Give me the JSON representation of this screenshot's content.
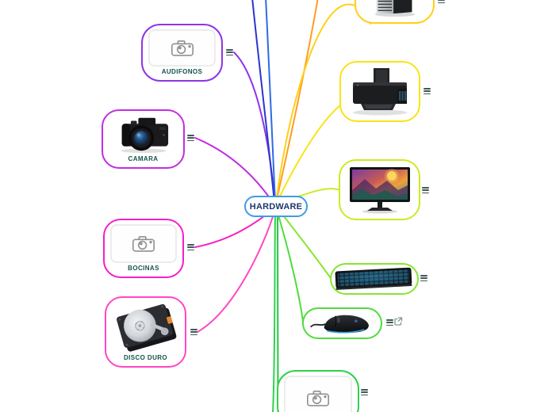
{
  "diagram": {
    "type": "mindmap",
    "center": {
      "label": "HARDWARE",
      "border_color": "#3e9ce6",
      "text_color": "#20386b"
    },
    "topics": [
      {
        "id": "audifonos",
        "label": "AUDIFONOS",
        "border_color": "#8f35e6",
        "image": "camera-image-placeholder",
        "has_notes": true,
        "has_link": false
      },
      {
        "id": "camara",
        "label": "CAMARA",
        "border_color": "#c32ce3",
        "image": "dslr-camera-photo",
        "has_notes": true,
        "has_link": false
      },
      {
        "id": "bocinas",
        "label": "BOCINAS",
        "border_color": "#f320c5",
        "image": "camera-image-placeholder",
        "has_notes": true,
        "has_link": false
      },
      {
        "id": "disco-duro",
        "label": "DISCO DURO",
        "border_color": "#ff47c2",
        "image": "hard-disk-photo",
        "has_notes": true,
        "has_link": false
      },
      {
        "id": "torre",
        "label": "",
        "border_color": "#ffd016",
        "image": "computer-tower-photo",
        "has_notes": true,
        "has_link": false
      },
      {
        "id": "impresora",
        "label": "",
        "border_color": "#f8e416",
        "image": "printer-photo",
        "has_notes": true,
        "has_link": false
      },
      {
        "id": "monitor",
        "label": "",
        "border_color": "#cdea25",
        "image": "monitor-photo",
        "has_notes": true,
        "has_link": false
      },
      {
        "id": "teclado",
        "label": "",
        "border_color": "#86e62e",
        "image": "keyboard-photo",
        "has_notes": true,
        "has_link": false
      },
      {
        "id": "raton",
        "label": "",
        "border_color": "#4fdc3c",
        "image": "mouse-photo",
        "has_notes": true,
        "has_link": true
      },
      {
        "id": "tema-inferior",
        "label": "",
        "border_color": "#2ed14d",
        "image": "camera-image-placeholder",
        "has_notes": true,
        "has_link": false
      }
    ],
    "connectors": [
      {
        "target": "audifonos",
        "color": "#8f35e6"
      },
      {
        "target": "camara",
        "color": "#c32ce3"
      },
      {
        "target": "bocinas",
        "color": "#f320c5"
      },
      {
        "target": "disco-duro",
        "color": "#ff47c2"
      },
      {
        "target": "offscreen-top-a",
        "color": "#2b35cf"
      },
      {
        "target": "offscreen-top-b",
        "color": "#2f6ae4"
      },
      {
        "target": "offscreen-top-c",
        "color": "#ff9d1f"
      },
      {
        "target": "torre",
        "color": "#ffd016"
      },
      {
        "target": "impresora",
        "color": "#f8e416"
      },
      {
        "target": "monitor",
        "color": "#cdea25"
      },
      {
        "target": "teclado",
        "color": "#86e62e"
      },
      {
        "target": "raton",
        "color": "#4fdc3c"
      },
      {
        "target": "tema-inferior",
        "color": "#2ed14d"
      },
      {
        "target": "offscreen-bottom",
        "color": "#24c940"
      }
    ],
    "icons": {
      "notes": "hamburger-notes-icon",
      "link": "external-link-icon",
      "placeholder": "camera-placeholder-icon"
    },
    "label_color": "#14534b"
  }
}
